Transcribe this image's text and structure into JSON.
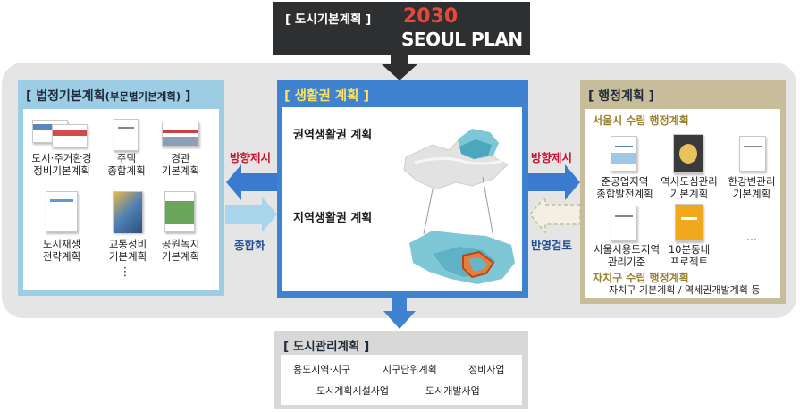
{
  "top": {
    "title": "[ 도시기본계획 ]",
    "logo_year": "2030",
    "logo_text": "SEOUL PLAN"
  },
  "left": {
    "title": "[ 법정기본계획",
    "title_small": "(부문별기본계획)",
    "title_end": " ]",
    "items": [
      {
        "line1": "도시·주거환경",
        "line2": "정비기본계획"
      },
      {
        "line1": "주택",
        "line2": "종합계획"
      },
      {
        "line1": "경관",
        "line2": "기본계획"
      },
      {
        "line1": "도시재생",
        "line2": "전략계획"
      },
      {
        "line1": "교통정비",
        "line2": "기본계획"
      },
      {
        "line1": "공원녹지",
        "line2": "기본계획"
      }
    ],
    "more": "⋮"
  },
  "center": {
    "title": "[ 생활권 계획 ]",
    "regional": "권역생활권 계획",
    "local": "지역생활권 계획"
  },
  "arrows": {
    "to_left": "방향제시",
    "from_left": "종합화",
    "to_right": "방향제시",
    "from_right": "반영검토"
  },
  "right": {
    "title": "[ 행정계획 ]",
    "seoul_heading": "서울시 수립 행정계획",
    "items": [
      {
        "line1": "준공업지역",
        "line2": "종합발전계획"
      },
      {
        "line1": "역사도심관리",
        "line2": "기본계획"
      },
      {
        "line1": "한강변관리",
        "line2": "기본계획"
      },
      {
        "line1": "서울시용도지역",
        "line2": "관리기준"
      },
      {
        "line1": "10분동네",
        "line2": "프로젝트"
      }
    ],
    "more": "…",
    "district_heading": "자치구 수립 행정계획",
    "district_text": "자치구 기본계획 / 역세권개발계획 등"
  },
  "bottom": {
    "title": "[ 도시관리계획 ]",
    "items": [
      "용도지역·지구",
      "지구단위계획",
      "정비사업",
      "도시계획시설사업",
      "도시개발사업"
    ]
  },
  "colors": {
    "dark": "#2e2f30",
    "center_blue": "#3f82cf",
    "left_blue": "#9ccde4",
    "right_tan": "#c8bd9b",
    "arrow_red": "#c8102e",
    "arrow_blue": "#1f4e96",
    "logo_red": "#e8483c"
  }
}
